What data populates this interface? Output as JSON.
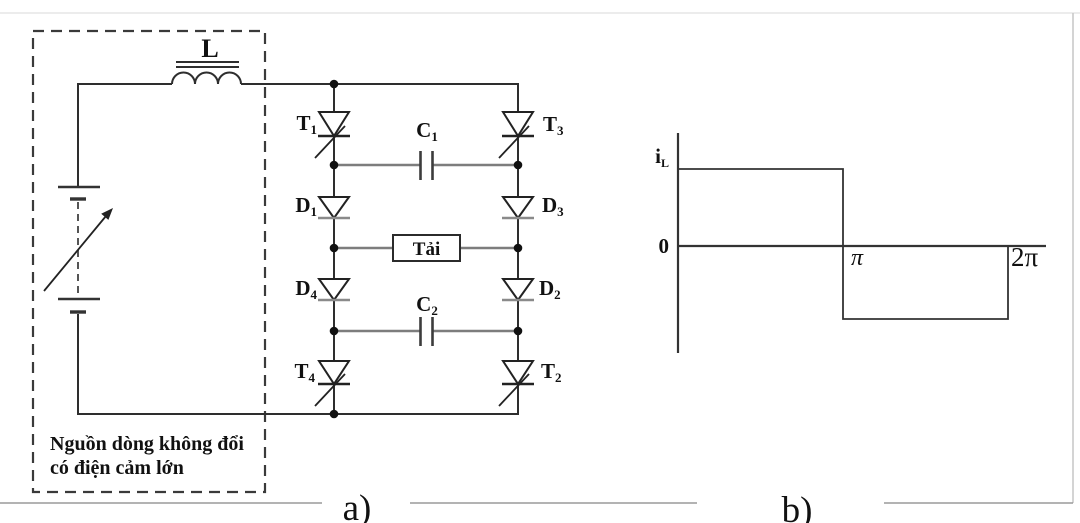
{
  "panel_a": {
    "label": "a)",
    "caption": [
      "Nguồn dòng không đổi",
      "có điện cảm lớn"
    ],
    "inductor_label": "L",
    "load_label": "Tải",
    "devices": {
      "T1": {
        "base": "T",
        "sub": "1"
      },
      "T3": {
        "base": "T",
        "sub": "3"
      },
      "D1": {
        "base": "D",
        "sub": "1"
      },
      "D3": {
        "base": "D",
        "sub": "3"
      },
      "D4": {
        "base": "D",
        "sub": "4"
      },
      "D2": {
        "base": "D",
        "sub": "2"
      },
      "T4": {
        "base": "T",
        "sub": "4"
      },
      "T2": {
        "base": "T",
        "sub": "2"
      },
      "C1": {
        "base": "C",
        "sub": "1"
      },
      "C2": {
        "base": "C",
        "sub": "2"
      }
    }
  },
  "panel_b": {
    "label": "b)",
    "y_axis_label": {
      "base": "i",
      "sub": "L"
    },
    "origin_label": "0",
    "tick_pi": "π",
    "tick_2pi": "2π",
    "chart_data": {
      "type": "line",
      "title": "Load current square wave",
      "x_ticks": [
        "0",
        "π",
        "2π"
      ],
      "segments": [
        {
          "from": "0",
          "to": "π",
          "level": "+iL"
        },
        {
          "from": "π",
          "to": "2π",
          "level": "-iL"
        }
      ],
      "ylabel": "iL",
      "grid": false
    }
  },
  "colors": {
    "wire": "#2e2e2e",
    "gray_rail": "#7d7d7d",
    "frame": "#999999",
    "background": "#ffffff"
  }
}
